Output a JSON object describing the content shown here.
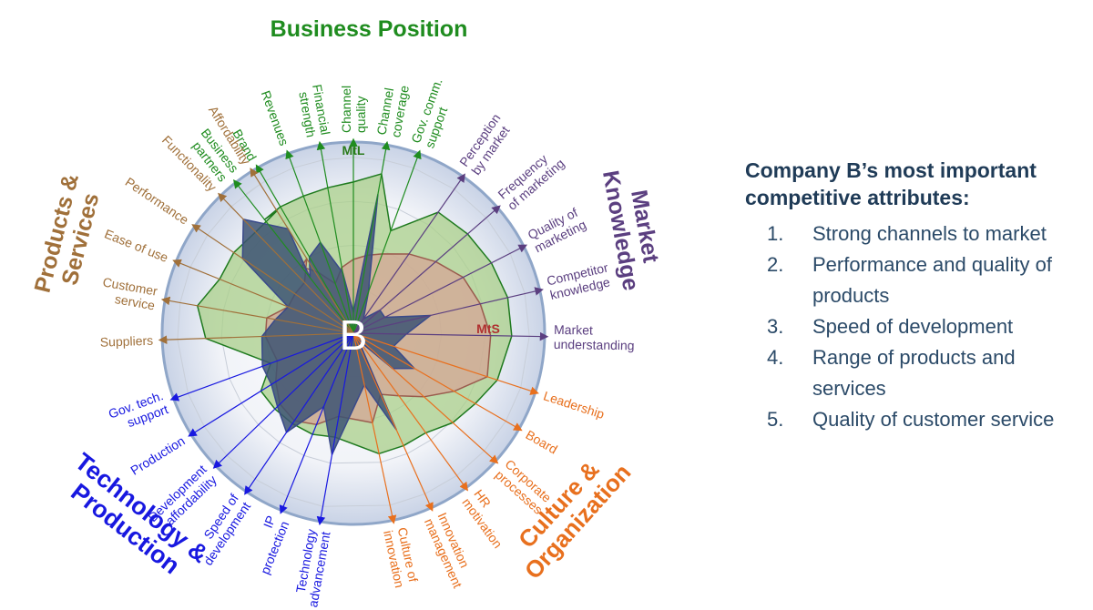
{
  "chart_data": {
    "type": "radar",
    "center_label": "B",
    "ring_labels": [
      {
        "text": "MtL",
        "color": "#2a7a1a"
      },
      {
        "text": "MtS",
        "color": "#b03030"
      }
    ],
    "groups": [
      {
        "name": "Business Position",
        "color": "#1f8c1f",
        "attributes": [
          "Business partners",
          "Brand",
          "Revenues",
          "Financial strength",
          "Channel quality",
          "Channel coverage",
          "Gov. comm. support"
        ]
      },
      {
        "name": "Market Knowledge",
        "color": "#5b3f80",
        "attributes": [
          "Perception by market",
          "Frequency of marketing",
          "Quality of marketing",
          "Competitor knowledge",
          "Market understanding"
        ]
      },
      {
        "name": "Culture & Organization",
        "color": "#e8701e",
        "attributes": [
          "Leadership",
          "Board",
          "Corporate processes",
          "HR motivation",
          "Innovation management",
          "Culture of innovation"
        ]
      },
      {
        "name": "Technology & Production",
        "color": "#1818e0",
        "attributes": [
          "Technology advancement",
          "IP protection",
          "Speed of development",
          "Development affordability",
          "Production",
          "Gov. tech. support"
        ]
      },
      {
        "name": "Products & Services",
        "color": "#a0703a",
        "attributes": [
          "Suppliers",
          "Customer service",
          "Ease of use",
          "Performance",
          "Functionality",
          "Affordability"
        ]
      }
    ],
    "rlim": [
      0,
      1
    ],
    "series": [
      {
        "name": "MtL",
        "color": "#a9cf8a",
        "values": [
          0.82,
          0.83,
          0.83,
          0.84,
          0.86,
          0.92,
          0.62,
          0.84,
          0.86,
          0.88,
          0.9,
          0.9,
          0.86,
          0.8,
          0.76,
          0.7,
          0.7,
          0.7,
          0.6,
          0.62,
          0.62,
          0.62,
          0.62,
          0.5,
          0.84,
          0.9,
          0.82,
          0.82,
          0.8,
          0.82
        ]
      },
      {
        "name": "MtS",
        "color": "#d7a396",
        "values": [
          0.48,
          0.4,
          0.3,
          0.38,
          0.42,
          0.45,
          0.48,
          0.55,
          0.62,
          0.7,
          0.74,
          0.78,
          0.8,
          0.66,
          0.54,
          0.44,
          0.38,
          0.52,
          0.48,
          0.56,
          0.6,
          0.58,
          0.52,
          0.46,
          0.5,
          0.5,
          0.4,
          0.4,
          0.4,
          0.5
        ]
      },
      {
        "name": "B",
        "color": "#3d5473",
        "values": [
          0.4,
          0.5,
          0.55,
          0.35,
          0.12,
          0.8,
          0.25,
          0.1,
          0.2,
          0.2,
          0.45,
          0.3,
          0.24,
          0.4,
          0.3,
          0.05,
          0.6,
          0.3,
          0.7,
          0.45,
          0.68,
          0.6,
          0.55,
          0.55,
          0.52,
          0.45,
          0.4,
          0.76,
          0.9,
          0.7
        ]
      }
    ]
  },
  "sidebar": {
    "title": "Company B’s most important competitive attributes:",
    "items": [
      {
        "num": "1.",
        "text": "Strong channels to market"
      },
      {
        "num": "2.",
        "text": "Performance and quality of products"
      },
      {
        "num": "3.",
        "text": "Speed of development"
      },
      {
        "num": "4.",
        "text": "Range of products and services"
      },
      {
        "num": "5.",
        "text": "Quality of customer service"
      }
    ]
  }
}
